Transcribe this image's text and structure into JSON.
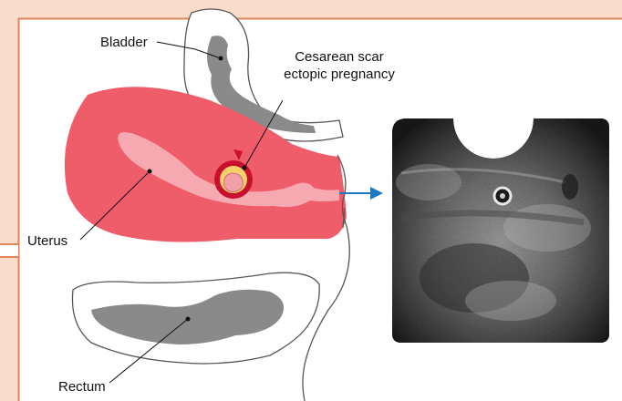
{
  "labels": {
    "bladder": "Bladder",
    "csp_line1": "Cesarean scar",
    "csp_line2": "ectopic pregnancy",
    "uterus": "Uterus",
    "rectum": "Rectum"
  },
  "colors": {
    "frame": "#e0845a",
    "frame_fill": "#f9dcc9",
    "uterus": "#ef5c6a",
    "cavity": "#f7a9b1",
    "organ": "#8a8a8a",
    "sac_outer": "#c8102e",
    "sac_yolk": "#f6d16b",
    "embryo": "#f2a0aa",
    "arrow": "#1f78c1"
  }
}
